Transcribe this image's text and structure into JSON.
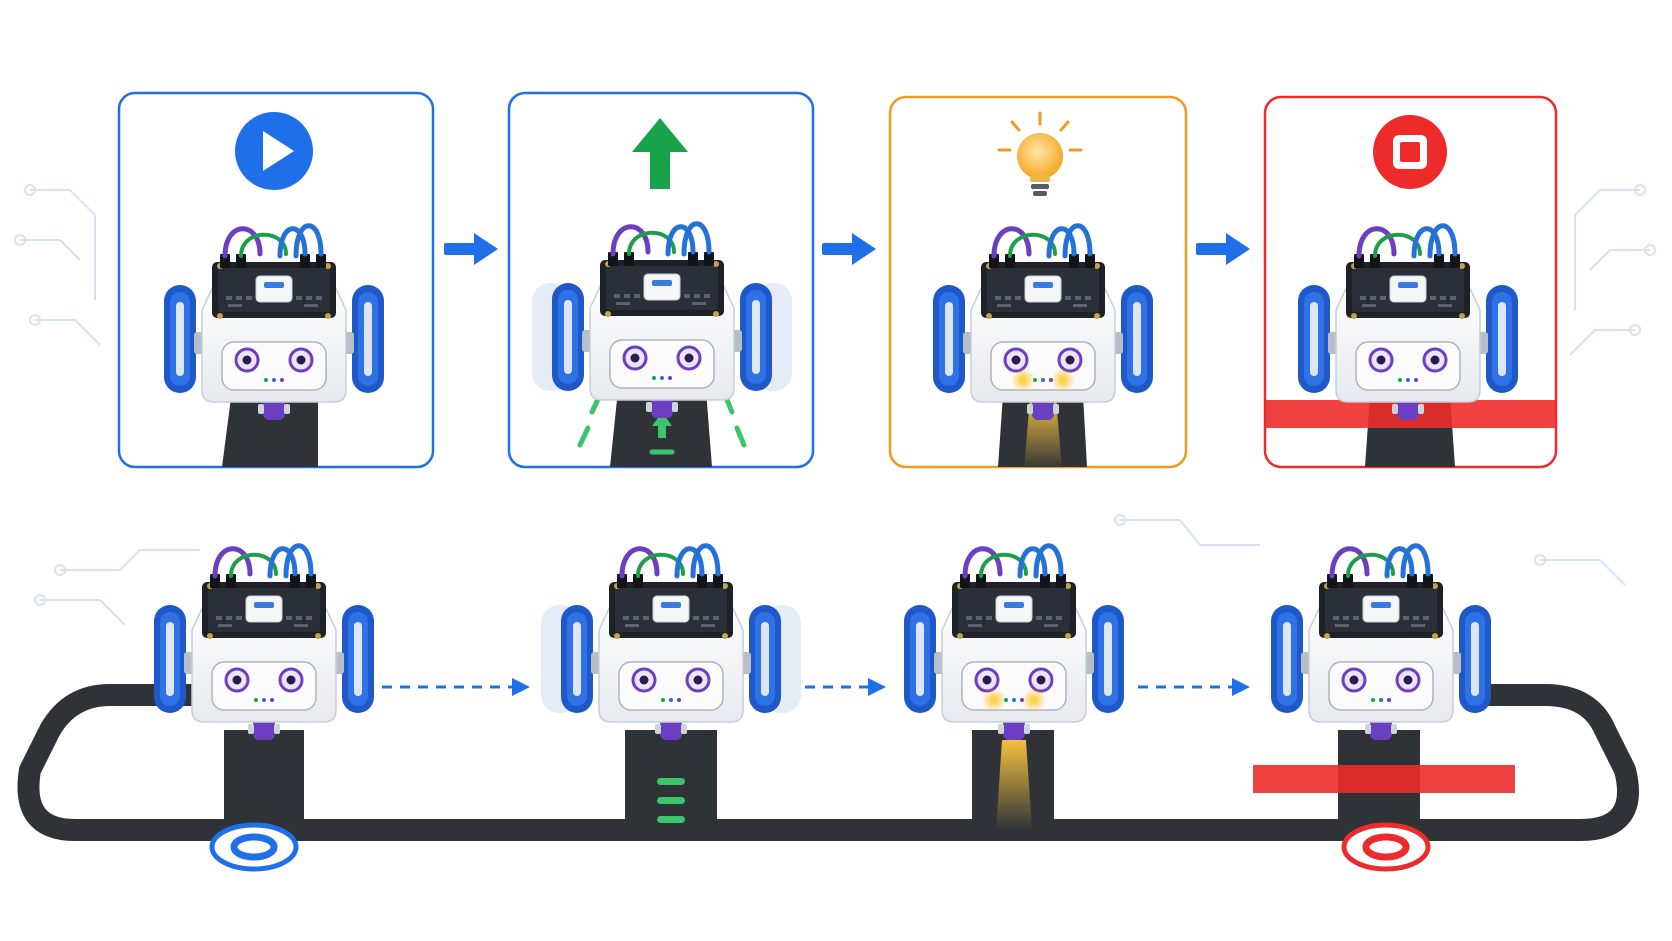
{
  "colors": {
    "blue": "#1f6fe8",
    "green": "#16a34a",
    "orange": "#f29a1f",
    "red": "#ee2b2b",
    "track": "#2f3338",
    "wheel": "#2563d6",
    "wire_purple": "#6a3fc0",
    "wire_green": "#1f9e4a",
    "wire_blue": "#2472d8",
    "circuit": "#d6e2f2"
  },
  "steps": [
    {
      "id": "start",
      "icon": "play-icon",
      "frame_color": "#1f6fe8",
      "state": "start",
      "wheel_motion": false,
      "lights_on": false,
      "stop_line": false,
      "forward_marks": false
    },
    {
      "id": "forward",
      "icon": "arrow-up-icon",
      "frame_color": "#1f6fe8",
      "state": "forward",
      "wheel_motion": true,
      "lights_on": false,
      "stop_line": false,
      "forward_marks": true
    },
    {
      "id": "light",
      "icon": "lightbulb-icon",
      "frame_color": "#f29a1f",
      "state": "light",
      "wheel_motion": false,
      "lights_on": true,
      "stop_line": false,
      "forward_marks": false
    },
    {
      "id": "stop",
      "icon": "stop-icon",
      "frame_color": "#ee2b2b",
      "state": "stop",
      "wheel_motion": false,
      "lights_on": false,
      "stop_line": true,
      "forward_marks": false
    }
  ],
  "timeline": {
    "robots": [
      {
        "state": "start",
        "wheel_motion": false,
        "lights_on": false,
        "forward_marks": false,
        "stop_line": false
      },
      {
        "state": "forward",
        "wheel_motion": true,
        "lights_on": false,
        "forward_marks": true,
        "stop_line": false
      },
      {
        "state": "light",
        "wheel_motion": false,
        "lights_on": true,
        "forward_marks": false,
        "stop_line": false
      },
      {
        "state": "stop",
        "wheel_motion": false,
        "lights_on": false,
        "forward_marks": false,
        "stop_line": true
      }
    ],
    "start_marker_icon": "start-target-icon",
    "end_marker_icon": "stop-target-icon"
  }
}
